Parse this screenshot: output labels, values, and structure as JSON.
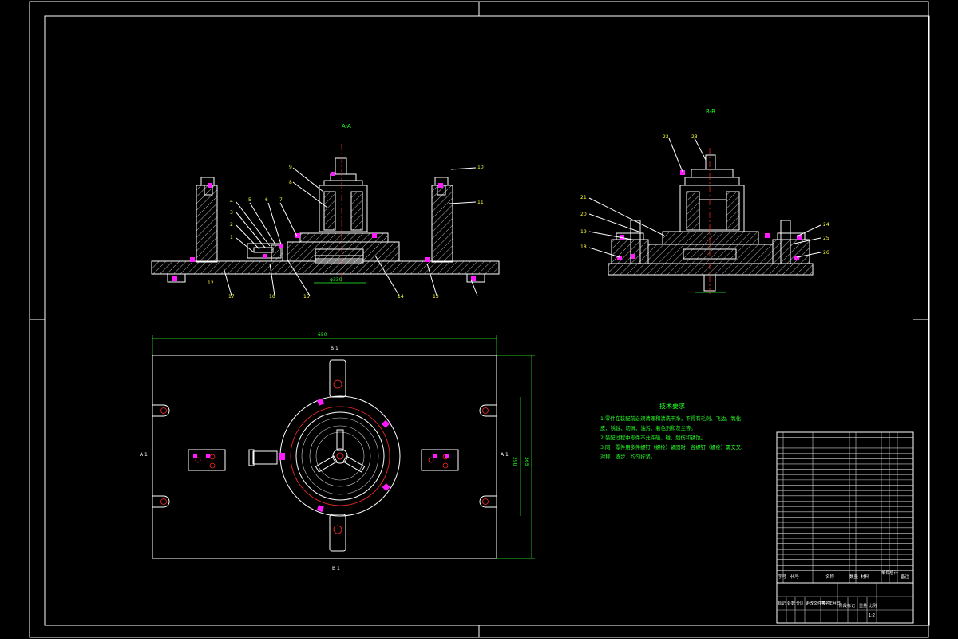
{
  "drawing": {
    "section_aa_label": "A-A",
    "section_bb_label": "B-B",
    "overall_width": "650",
    "inner_width": "B 1",
    "height_outer": "365",
    "height_inner": "290",
    "section_mark_left": "A 1",
    "section_mark_right": "A 1",
    "section_mark_bottom": "B 1",
    "hole_dim": "φ330",
    "aa_callouts": [
      "1",
      "2",
      "3",
      "4",
      "5",
      "6",
      "7",
      "8",
      "9",
      "10",
      "11",
      "12",
      "13",
      "14",
      "15",
      "16",
      "17"
    ],
    "bb_callouts": [
      "18",
      "19",
      "20",
      "21",
      "22",
      "23",
      "24",
      "25",
      "26"
    ],
    "tech_title": "技术要求",
    "tech_lines": [
      "1.零件在装配前必须清理和清洗干净，不得有毛刺、飞边、氧化",
      "皮、锈蚀、切屑、油污、着色剂和灰尘等。",
      "2.装配过程中零件不允许磕、碰、划伤和锈蚀。",
      "3.同一零件用多件螺钉（螺栓）紧固时，各螺钉（螺栓）需交叉、",
      "对称、逐步、均匀拧紧。"
    ]
  },
  "title_block": {
    "header": [
      "序号",
      "代号",
      "名称",
      "数量",
      "材料",
      "单件",
      "总计",
      "备注"
    ],
    "bottom_labels": [
      "标记",
      "处数",
      "分区",
      "更改文件号",
      "签名",
      "年月日",
      "阶段标记",
      "重量",
      "比例"
    ],
    "scale": "1:2"
  }
}
